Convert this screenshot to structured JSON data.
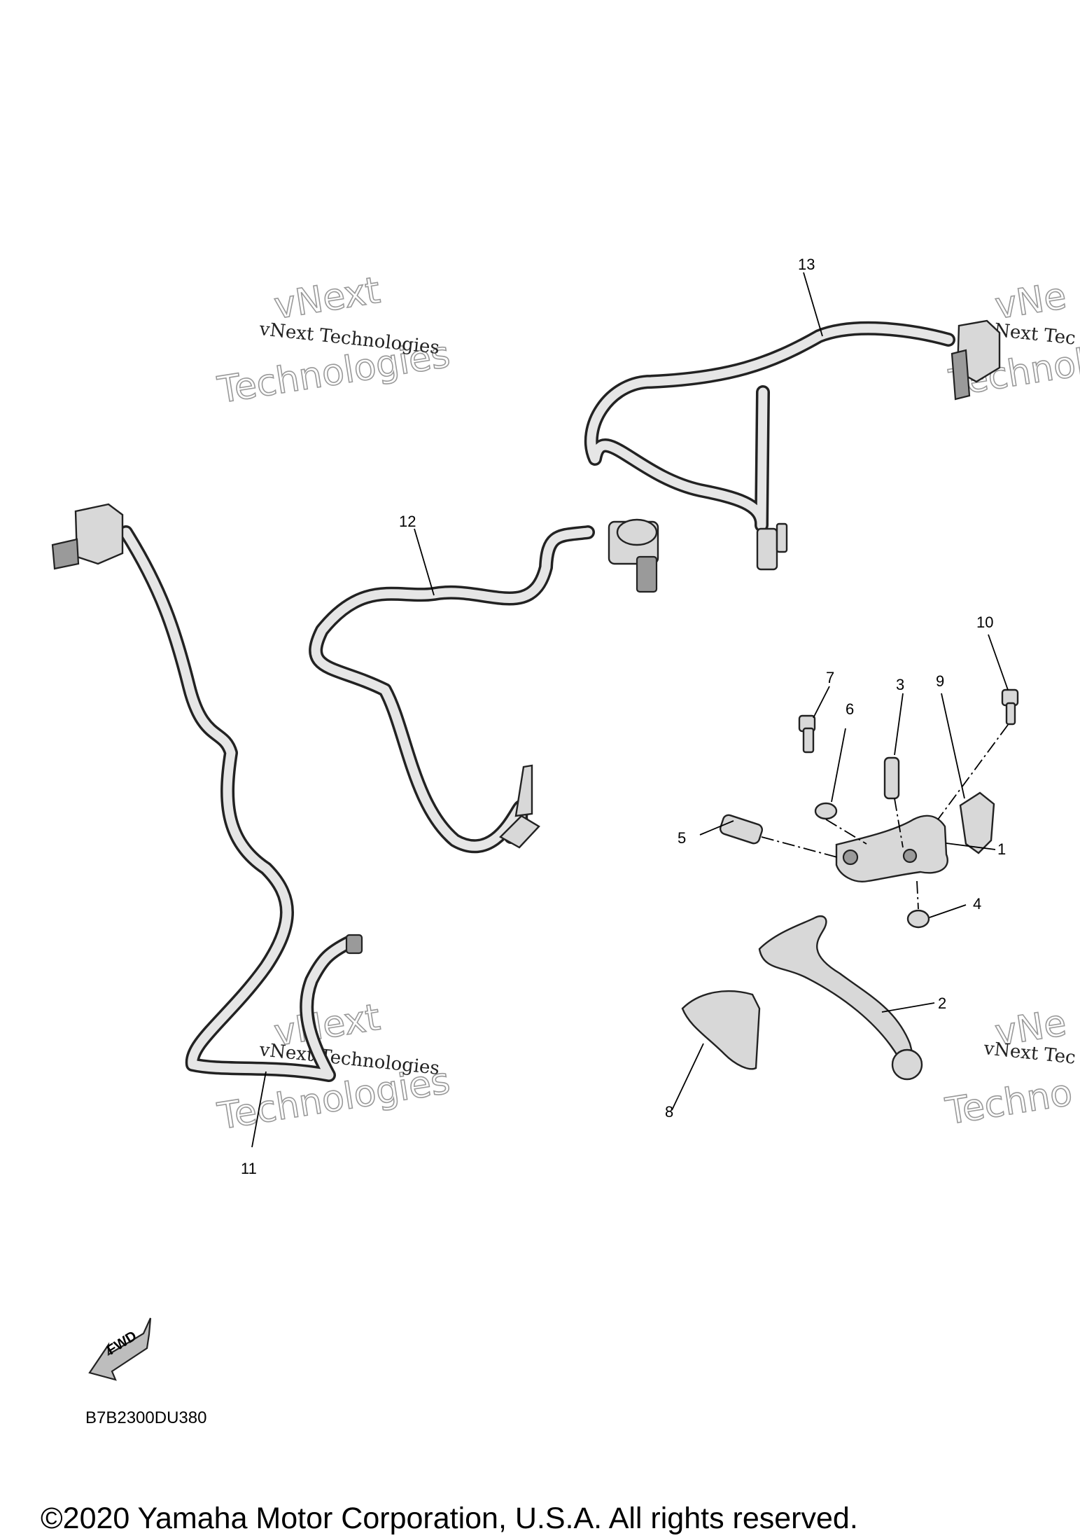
{
  "callouts": {
    "c1": "1",
    "c2": "2",
    "c3": "3",
    "c4": "4",
    "c5": "5",
    "c6": "6",
    "c7": "7",
    "c8": "8",
    "c9": "9",
    "c10": "10",
    "c11": "11",
    "c12": "12",
    "c13": "13"
  },
  "watermarks": {
    "line1": "vNext Technologies",
    "big_top": "vNext",
    "big_bottom": "Technologies",
    "line1_cut": "vNext Tec",
    "big_top_cut": "vNe",
    "big_bottom_cut": "Technol",
    "line1_cut2": "vNext Tec",
    "big_top_cut2": "vNe",
    "big_bottom_cut2": "Techno"
  },
  "fwd_label": "FWD",
  "diagram_code": "B7B2300DU380",
  "copyright": "©2020 Yamaha Motor Corporation, U.S.A. All rights reserved."
}
